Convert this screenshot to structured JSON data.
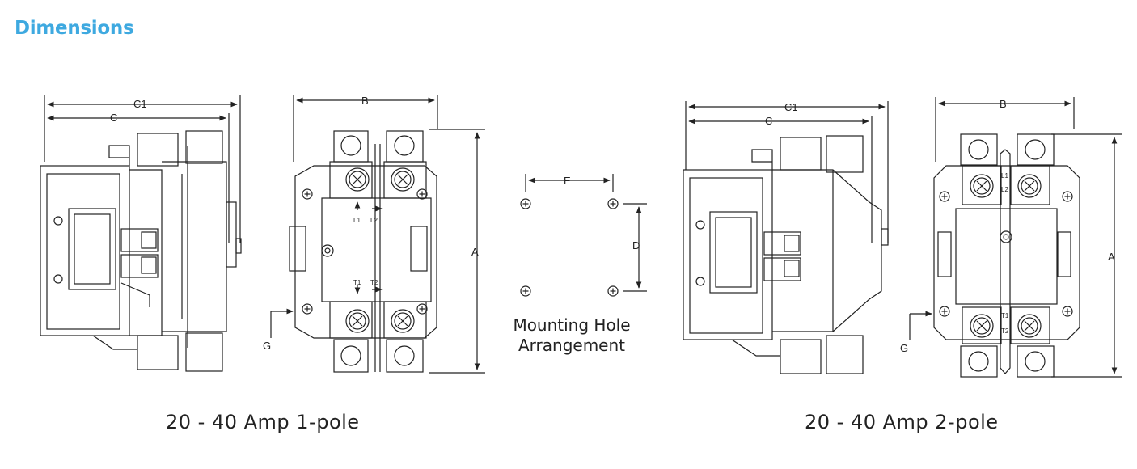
{
  "header": {
    "title": "Dimensions"
  },
  "captions": {
    "one_pole": "20 - 40 Amp 1-pole",
    "two_pole": "20 - 40 Amp 2-pole"
  },
  "mounting": {
    "line1": "Mounting Hole",
    "line2": "Arrangement"
  },
  "dims": {
    "c1": "C1",
    "c": "C",
    "b": "B",
    "a": "A",
    "g": "G",
    "d": "D",
    "e": "E"
  },
  "terminals": {
    "l1": "L1",
    "l2": "L2",
    "t1": "T1",
    "t2": "T2"
  },
  "colors": {
    "heading": "#3ea9e0",
    "line": "#222222"
  }
}
